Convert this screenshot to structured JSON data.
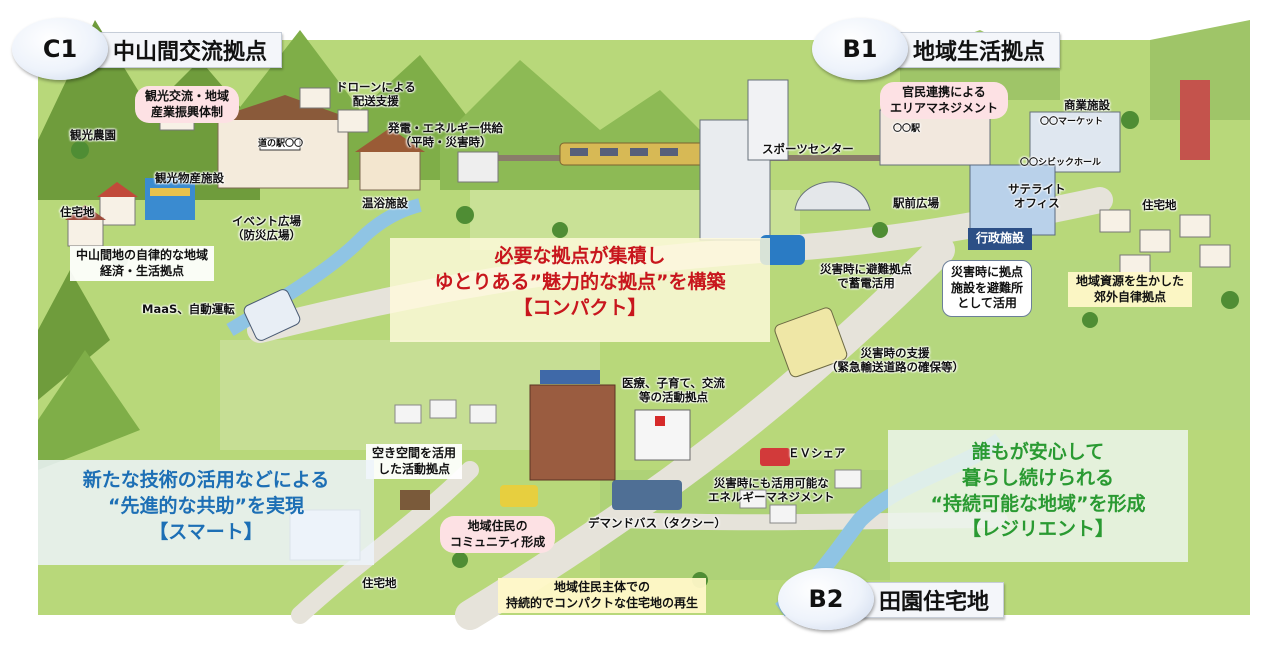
{
  "badges": {
    "c1": {
      "code": "C1",
      "title": "中山間交流拠点"
    },
    "b1": {
      "code": "B1",
      "title": "地域生活拠点"
    },
    "b2": {
      "code": "B2",
      "title": "田園住宅地"
    }
  },
  "panels": {
    "compact": {
      "line1": "必要な拠点が集積し",
      "line2": "ゆとりある”魅力的な拠点”を構築",
      "line3": "【コンパクト】"
    },
    "smart": {
      "line1": "新たな技術の活用などによる",
      "line2": "“先進的な共助”を実現",
      "line3": "【スマート】"
    },
    "resilient": {
      "line1": "誰もが安心して",
      "line2": "暮らし続けられる",
      "line3": "“持続可能な地域”を形成",
      "line4": "【レジリエント】"
    }
  },
  "labels": {
    "tourism_exchange": {
      "line1": "観光交流・地域",
      "line2": "産業振興体制"
    },
    "tourist_farm": "観光農園",
    "tourist_products": "観光物産施設",
    "residential_c1": "住宅地",
    "event_plaza": {
      "line1": "イベント広場",
      "line2": "（防災広場）"
    },
    "hot_spring": "温浴施設",
    "drone": {
      "line1": "ドローンによる",
      "line2": "配送支援"
    },
    "power": {
      "line1": "発電・エネルギー供給",
      "line2": "（平時・災害時）"
    },
    "mountain_hub": {
      "line1": "中山間地の自律的な地域",
      "line2": "経済・生活拠点"
    },
    "maas": "MaaS、自動運転",
    "area_mgmt": {
      "line1": "官民連携による",
      "line2": "エリアマネジメント"
    },
    "commercial": "商業施設",
    "sports_center": "スポーツセンター",
    "station_plaza": "駅前広場",
    "satellite": {
      "line1": "サテライト",
      "line2": "オフィス"
    },
    "admin": "行政施設",
    "residential_b1": "住宅地",
    "ev_storage": {
      "line1": "災害時に避難拠点",
      "line2": "で蓄電活用"
    },
    "evac_use": {
      "line1": "災害時に拠点",
      "line2": "施設を避難所",
      "line3": "として活用"
    },
    "suburban": {
      "line1": "地域資源を生かした",
      "line2": "郊外自律拠点"
    },
    "disaster_support": {
      "line1": "災害時の支援",
      "line2": "（緊急輸送道路の確保等）"
    },
    "medical": {
      "line1": "医療、子育て、交流",
      "line2": "等の活動拠点"
    },
    "vacant_space": {
      "line1": "空き空間を活用",
      "line2": "した活動拠点"
    },
    "ev_share": "ＥＶシェア",
    "energy_mgmt": {
      "line1": "災害時にも活用可能な",
      "line2": "エネルギーマネジメント"
    },
    "community": {
      "line1": "地域住民の",
      "line2": "コミュニティ形成"
    },
    "demand_bus": "デマンドバス（タクシー）",
    "residential_b2": "住宅地",
    "regeneration": {
      "line1": "地域住民主体での",
      "line2": "持続的でコンパクトな住宅地の再生"
    }
  },
  "signs": {
    "michinoeki": "道の駅〇〇",
    "station": "〇〇駅",
    "supermarket": "〇〇マーケット",
    "civic_hall": "〇〇シビックホール"
  },
  "colors": {
    "grass": "#a7cf6a",
    "grass_light": "#cfe39a",
    "road": "#e6e3da",
    "river": "#8fc4e4",
    "mountain": "#7fa94a",
    "compact_text": "#c8161d",
    "smart_text": "#1d6fb5",
    "resilient_text": "#2a9a32",
    "badge_bar": "#f4f6fa"
  }
}
